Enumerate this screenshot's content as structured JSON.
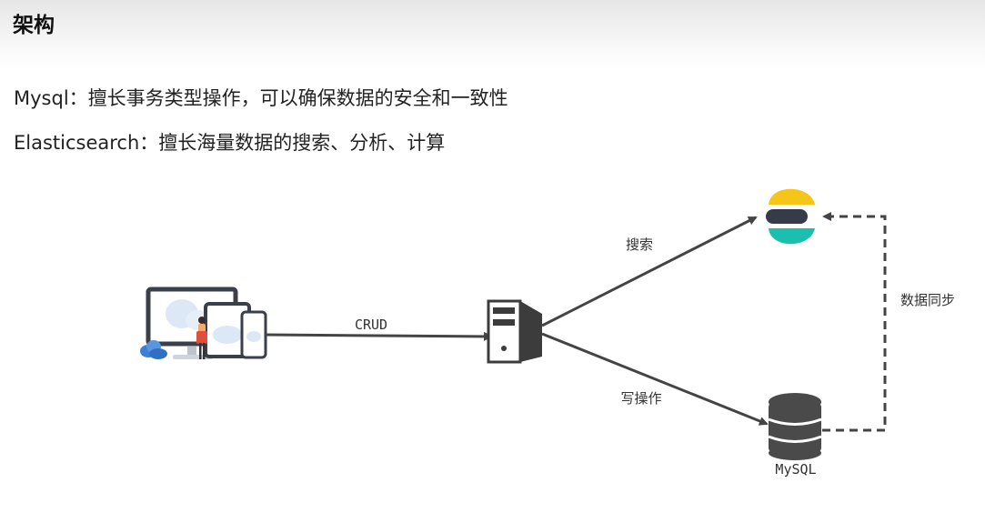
{
  "title": "架构",
  "descriptions": {
    "mysql": "Mysql：擅长事务类型操作，可以确保数据的安全和一致性",
    "elasticsearch": "Elasticsearch：擅长海量数据的搜索、分析、计算"
  },
  "diagram": {
    "crud_label": "CRUD",
    "search_label": "搜索",
    "write_label": "写操作",
    "sync_label": "数据同步",
    "mysql_label": "MySQL"
  },
  "colors": {
    "arrow": "#444444",
    "es_yellow": "#f5c518",
    "es_dark": "#353b48",
    "es_teal": "#1bbfb0",
    "db_dark": "#4a4a4a",
    "client_blue": "#3d7fd6"
  }
}
